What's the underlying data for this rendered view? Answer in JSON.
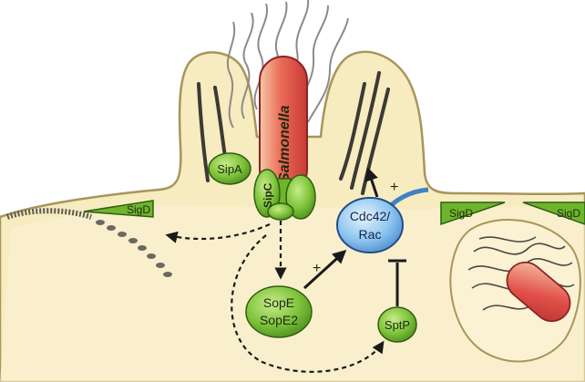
{
  "labels": {
    "bacterium": "Salmonella",
    "sipa": "SipA",
    "sipc": "SipC",
    "sigd_left": "SigD",
    "sigd_right_1": "SigD",
    "sigd_right_2": "SigD",
    "gtpase_line1": "Cdc42/",
    "gtpase_line2": "Rac",
    "sope_line1": "SopE",
    "sope_line2": "SopE2",
    "sptp": "SptP",
    "activation_mark_upper": "+",
    "activation_mark_lower": "+"
  },
  "colors": {
    "cell_fill": "#f7ebc0",
    "cell_outline": "#a8955a",
    "effector_green": "#7dc23a",
    "effector_green_dark": "#3f7a16",
    "gtpase_blue": "#8fc6ef",
    "gtpase_outline": "#244c87",
    "salmonella_red": "#e2504a",
    "salmonella_light": "#f6c8a6",
    "flagella": "#8d8b86",
    "actin": "#3b3a34"
  }
}
